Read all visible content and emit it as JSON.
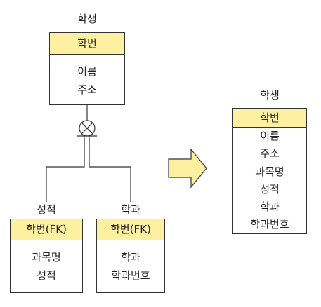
{
  "student": {
    "title": "학생",
    "key": "학번",
    "attrs": [
      "이름",
      "주소"
    ]
  },
  "grade": {
    "title": "성적",
    "key": "학번(FK)",
    "attrs": [
      "과목명",
      "성적"
    ]
  },
  "major": {
    "title": "학과",
    "key": "학번(FK)",
    "attrs": [
      "학과",
      "학과번호"
    ]
  },
  "merged": {
    "title": "학생",
    "key": "학번",
    "attrs": [
      "이름",
      "주소",
      "과목명",
      "성적",
      "학과",
      "학과번호"
    ]
  },
  "colors": {
    "key_fill": "#fdf0a0",
    "arrow_fill": "#fdf0a0",
    "line": "#333333"
  },
  "icons": {
    "subtype": "exclusive-subtype-circle-icon",
    "arrow": "right-arrow-icon"
  }
}
